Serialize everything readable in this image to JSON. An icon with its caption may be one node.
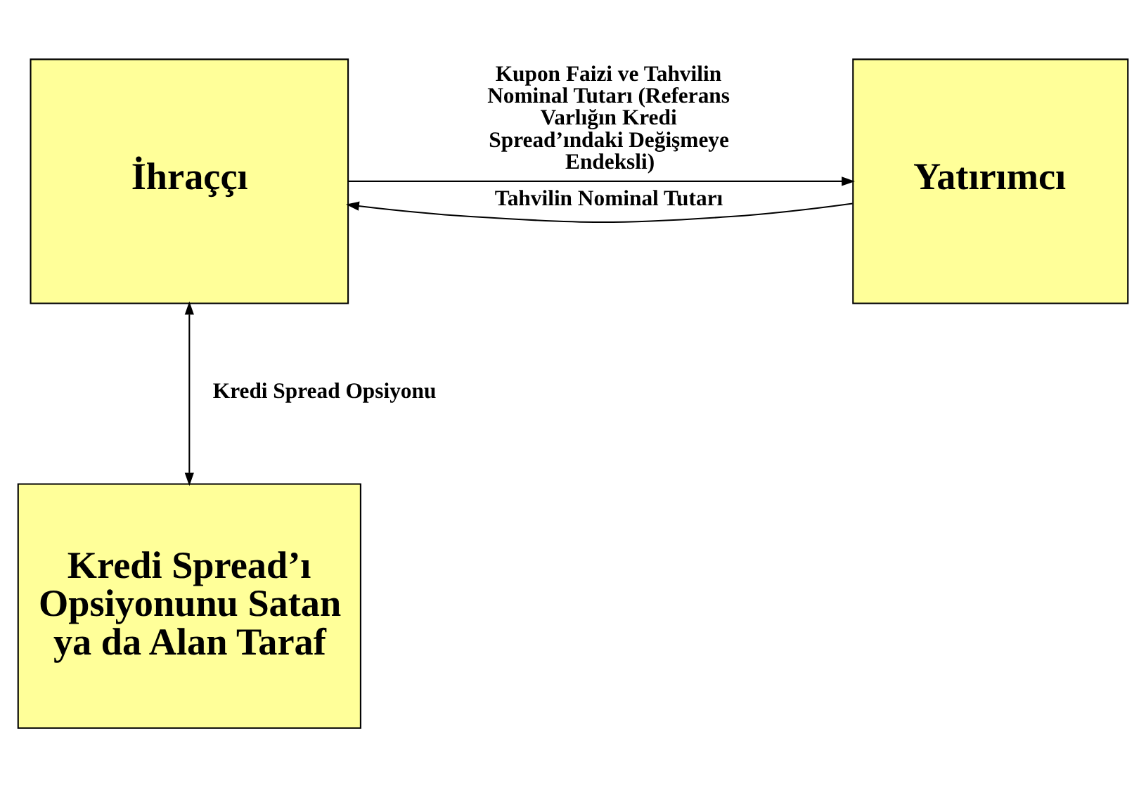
{
  "diagram": {
    "nodes": [
      {
        "text": [
          "İhraççı"
        ]
      },
      {
        "text": [
          "Yatırımcı"
        ]
      },
      {
        "text": [
          "Kredi Spread’ı Opsiyonunu Satan ya da Alan Taraf"
        ]
      }
    ],
    "edges": [
      {
        "from": 1,
        "to": 0,
        "arrow": "to",
        "label": "Tahvilin Nominal Tutarı"
      },
      {
        "from": 0,
        "to": 1,
        "arrow": "to",
        "label": "Kupon Faizi ve Tahvilin Nominal Tutarı (Referans Varlığın Kredi Spread’ındaki Değişmeye Endeksli)"
      },
      {
        "from": 0,
        "to": 2,
        "arrow": "both",
        "label": "Kredi Spread Opsiyonu"
      }
    ]
  }
}
